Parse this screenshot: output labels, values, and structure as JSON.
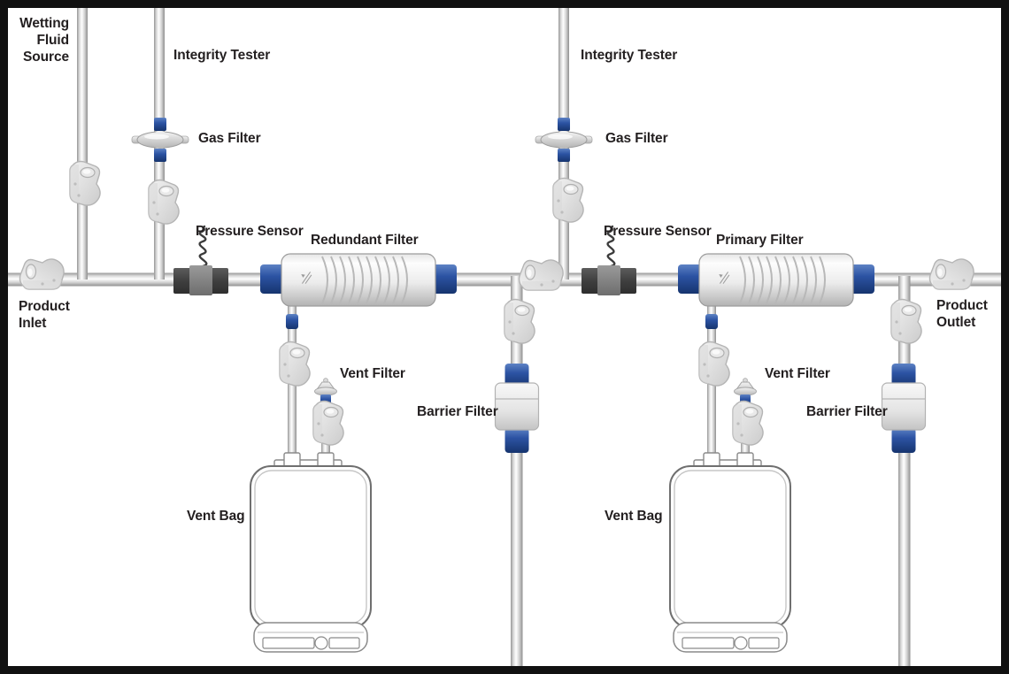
{
  "labels": {
    "wetting_fluid_source": "Wetting\nFluid\nSource",
    "integrity_tester_left": "Integrity Tester",
    "integrity_tester_right": "Integrity Tester",
    "gas_filter_left": "Gas Filter",
    "gas_filter_right": "Gas Filter",
    "pressure_sensor_left": "Pressure Sensor",
    "pressure_sensor_right": "Pressure Sensor",
    "redundant_filter": "Redundant Filter",
    "primary_filter": "Primary Filter",
    "product_inlet": "Product\nInlet",
    "product_outlet": "Product\nOutlet",
    "vent_filter_left": "Vent Filter",
    "vent_filter_right": "Vent Filter",
    "barrier_filter_left": "Barrier Filter",
    "barrier_filter_right": "Barrier Filter",
    "vent_bag_left": "Vent Bag",
    "vent_bag_right": "Vent Bag"
  },
  "colors": {
    "accent_blue": "#2c53a3",
    "pipe_gray": "#c9c9c9",
    "sensor_dark_gray": "#454545",
    "label_text": "#231f20",
    "border_black": "#111111"
  }
}
